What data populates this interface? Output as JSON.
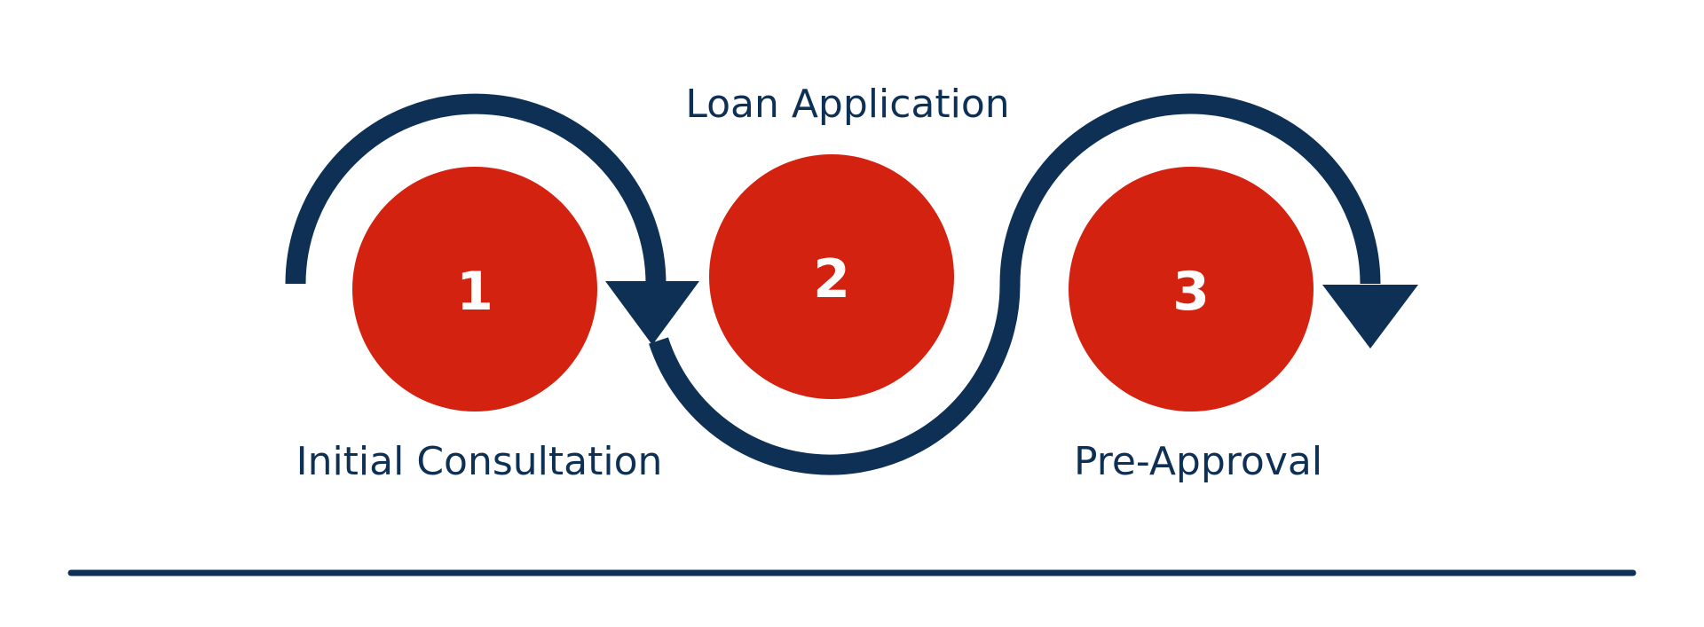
{
  "colors": {
    "accent": "#D42211",
    "navy": "#0E3055",
    "number": "#ffffff",
    "background": "#ffffff"
  },
  "steps": [
    {
      "number": "1",
      "label": "Initial Consultation"
    },
    {
      "number": "2",
      "label": "Loan Application"
    },
    {
      "number": "3",
      "label": "Pre-Approval"
    }
  ]
}
